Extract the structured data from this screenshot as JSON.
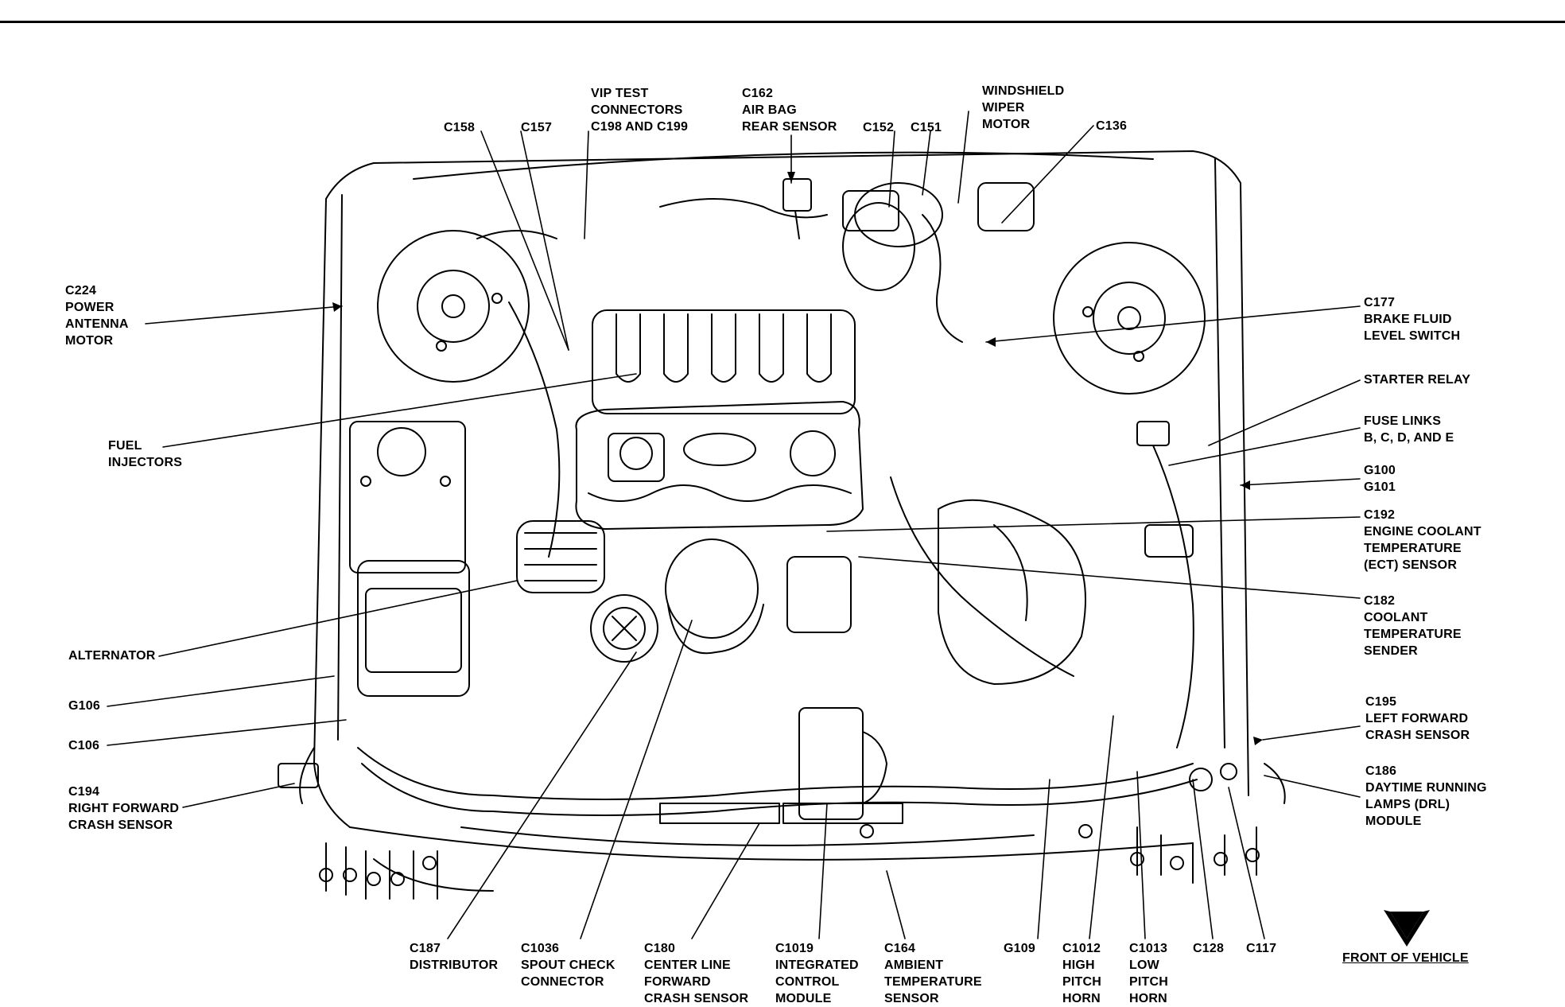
{
  "colors": {
    "ink": "#000000",
    "paper": "#ffffff"
  },
  "labels": {
    "c158": "C158",
    "c157": "C157",
    "vip_test": "VIP TEST\nCONNECTORS\nC198 AND C199",
    "c162": "C162\nAIR BAG\nREAR SENSOR",
    "c152": "C152",
    "c151": "C151",
    "wiper": "WINDSHIELD\nWIPER\nMOTOR",
    "c136": "C136",
    "c224": "C224\nPOWER\nANTENNA\nMOTOR",
    "fuel_injectors": "FUEL\nINJECTORS",
    "alternator": "ALTERNATOR",
    "g106": "G106",
    "c106": "C106",
    "c194": "C194\nRIGHT FORWARD\nCRASH SENSOR",
    "c177": "C177\nBRAKE FLUID\nLEVEL SWITCH",
    "starter_relay": "STARTER RELAY",
    "fuse_links": "FUSE LINKS\nB, C, D, AND E",
    "g100": "G100\nG101",
    "c192": "C192\nENGINE COOLANT\nTEMPERATURE\n(ECT) SENSOR",
    "c182": "C182\nCOOLANT\nTEMPERATURE\nSENDER",
    "c195": "C195\nLEFT FORWARD\nCRASH SENSOR",
    "c186": "C186\nDAYTIME RUNNING\nLAMPS (DRL)\nMODULE",
    "c187": "C187\nDISTRIBUTOR",
    "c1036": "C1036\nSPOUT CHECK\nCONNECTOR",
    "c180": "C180\nCENTER LINE\nFORWARD\nCRASH SENSOR",
    "c1019": "C1019\nINTEGRATED\nCONTROL\nMODULE",
    "c164": "C164\nAMBIENT\nTEMPERATURE\nSENSOR",
    "g109": "G109",
    "c1012": "C1012\nHIGH\nPITCH\nHORN",
    "c1013": "C1013\nLOW\nPITCH\nHORN",
    "c128": "C128",
    "c117": "C117",
    "front": "FRONT OF VEHICLE"
  }
}
